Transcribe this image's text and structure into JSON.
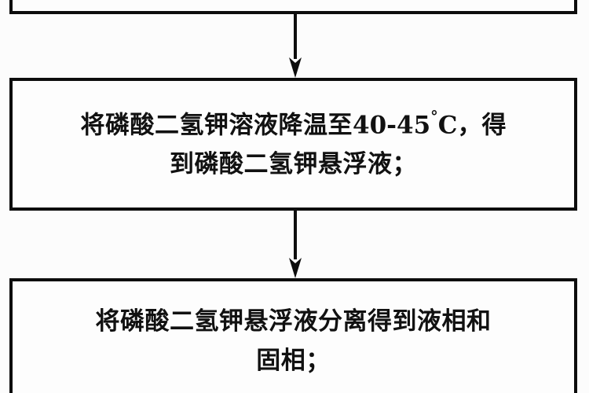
{
  "diagram": {
    "type": "process-flowchart",
    "orientation": "vertical",
    "language": "zh-CN",
    "background_color": "#fcfcfc",
    "border_color": "#0d0d0d",
    "text_color": "#111111",
    "nodes": [
      {
        "id": "step-1",
        "shape": "rectangle",
        "clipped": "top",
        "lines": []
      },
      {
        "id": "step-2",
        "shape": "rectangle",
        "lines": [
          "将磷酸二氢钾溶液降温至40-45°C，得",
          "到磷酸二氢钾悬浮液；"
        ],
        "line_1_prefix": "将磷酸二氢钾溶液降温至",
        "temperature_range": "40-45",
        "degree_symbol": "°",
        "temperature_unit": "C",
        "line_1_suffix": "，得",
        "line_2": "到磷酸二氢钾悬浮液；"
      },
      {
        "id": "step-3",
        "shape": "rectangle",
        "clipped": "bottom",
        "lines": [
          "将磷酸二氢钾悬浮液分离得到液相和",
          "固相；"
        ],
        "line_1": "将磷酸二氢钾悬浮液分离得到液相和",
        "line_2": "固相；"
      }
    ],
    "connectors": [
      {
        "id": "arrow-1",
        "from": "step-1",
        "to": "step-2",
        "style": "swallowtail-arrow",
        "direction": "down"
      },
      {
        "id": "arrow-2",
        "from": "step-2",
        "to": "step-3",
        "style": "swallowtail-arrow",
        "direction": "down"
      }
    ]
  }
}
